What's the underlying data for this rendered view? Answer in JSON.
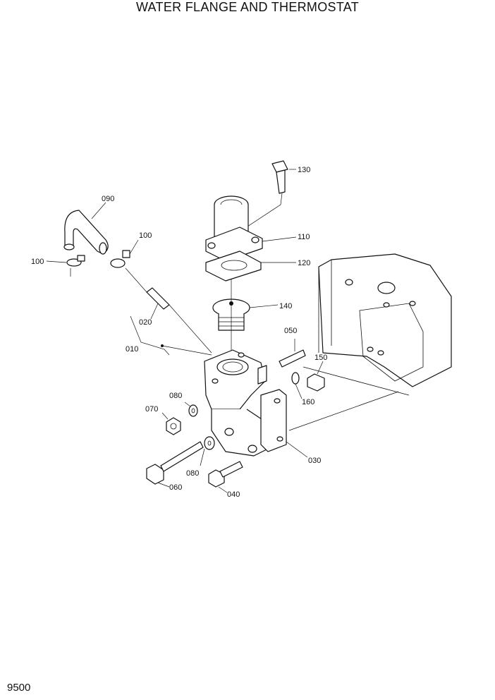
{
  "header": {
    "title": "WATER FLANGE AND THERMOSTAT"
  },
  "footer": {
    "page_number": "9500"
  },
  "callouts": {
    "c010": "010",
    "c020": "020",
    "c030": "030",
    "c040": "040",
    "c050": "050",
    "c060": "060",
    "c070": "070",
    "c080a": "080",
    "c080b": "080",
    "c090": "090",
    "c100a": "100",
    "c100b": "100",
    "c110": "110",
    "c120": "120",
    "c130": "130",
    "c140": "140",
    "c150": "150",
    "c160": "160"
  }
}
